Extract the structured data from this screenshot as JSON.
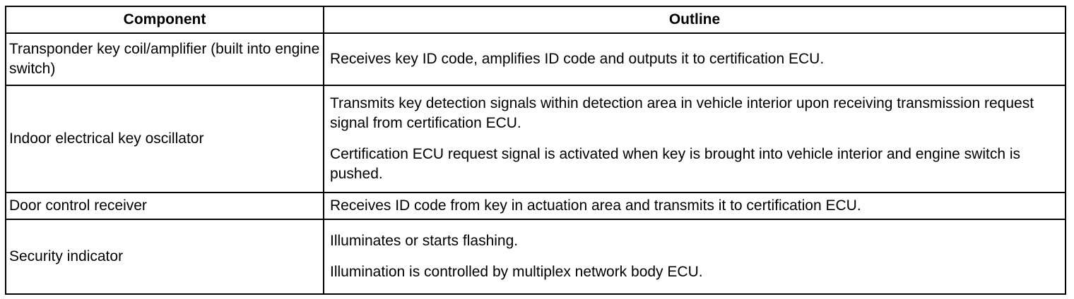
{
  "table": {
    "headers": {
      "component": "Component",
      "outline": "Outline"
    },
    "rows": [
      {
        "component": "Transponder key coil/amplifier (built into engine switch)",
        "outline": [
          "Receives key ID code, amplifies ID code and outputs it to certification ECU."
        ]
      },
      {
        "component": "Indoor electrical key oscillator",
        "outline": [
          "Transmits key detection signals within detection area in vehicle interior upon receiving transmission request signal from certification ECU.",
          "Certification ECU request signal is activated when key is brought into vehicle interior and engine switch is pushed."
        ]
      },
      {
        "component": "Door control receiver",
        "outline": [
          "Receives ID code from key in actuation area and transmits it to certification ECU."
        ]
      },
      {
        "component": "Security indicator",
        "outline": [
          "Illuminates or starts flashing.",
          "Illumination is controlled by multiplex network body ECU."
        ]
      }
    ]
  }
}
